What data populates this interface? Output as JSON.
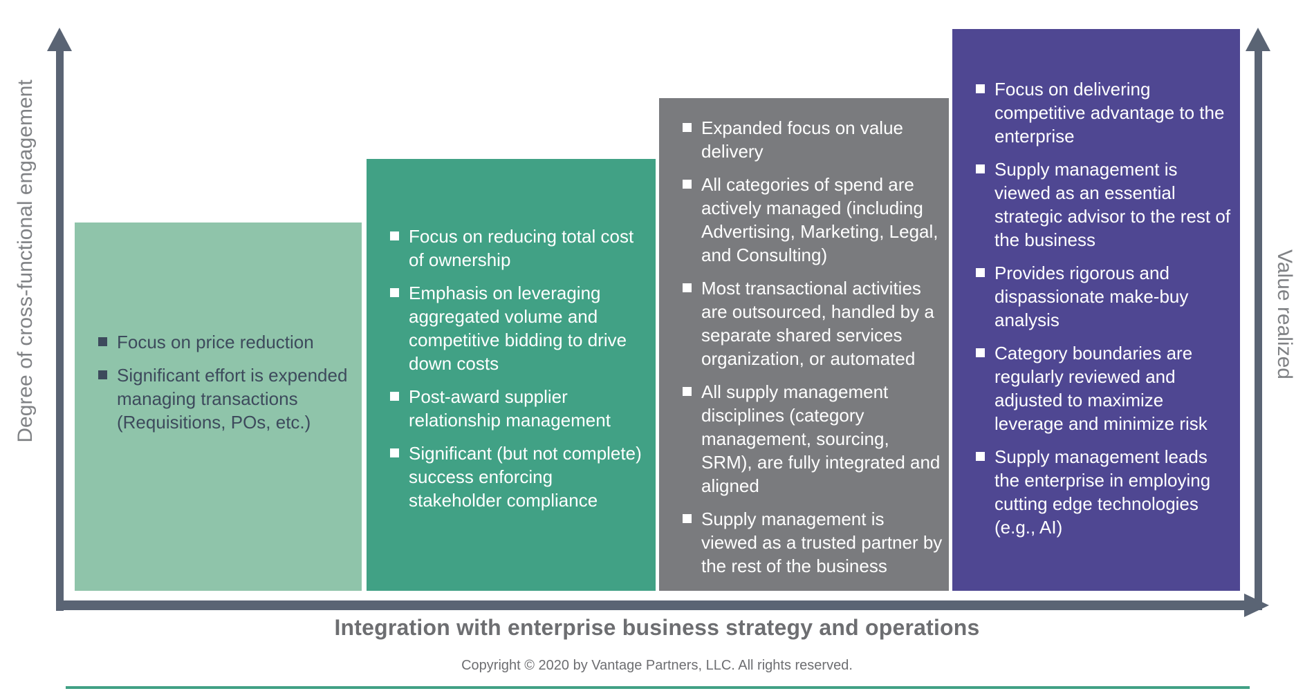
{
  "axes": {
    "y_label": "Degree of cross-functional engagement",
    "x_label": "Integration with enterprise business strategy and operations",
    "right_label": "Value realized",
    "axis_color": "#5A6474",
    "label_color": "#808285"
  },
  "stages": [
    {
      "color": "#8FC4AA",
      "text_color": "#3D4A5C",
      "bullets": [
        "Focus on price reduction",
        "Significant effort is expended managing transactions (Requisitions, POs, etc.)"
      ]
    },
    {
      "color": "#41A185",
      "text_color": "#FFFFFF",
      "bullets": [
        "Focus on reducing total cost of ownership",
        "Emphasis on leveraging aggregated volume and competitive bidding to drive down costs",
        "Post-award supplier relationship management",
        "Significant (but not complete) success enforcing stakeholder compliance"
      ]
    },
    {
      "color": "#7A7B7E",
      "text_color": "#FFFFFF",
      "bullets": [
        "Expanded focus on value delivery",
        "All categories of spend are actively managed (including Advertising, Marketing, Legal, and Consulting)",
        "Most transactional activities are outsourced, handled by a separate shared services organization, or automated",
        "All supply management disciplines (category management, sourcing, SRM), are fully integrated and aligned",
        "Supply management is viewed as a trusted partner by the rest of the business"
      ]
    },
    {
      "color": "#4F4792",
      "text_color": "#FFFFFF",
      "bullets": [
        "Focus on delivering competitive advantage to the enterprise",
        "Supply management is viewed as an essential strategic advisor to the rest of the business",
        "Provides rigorous and dispassionate make-buy analysis",
        "Category boundaries are regularly reviewed and adjusted to maximize leverage and minimize risk",
        "Supply management leads the enterprise in employing cutting edge technologies (e.g., AI)"
      ]
    }
  ],
  "footer": {
    "copyright": "Copyright © 2020 by Vantage Partners, LLC. All rights reserved.",
    "accent_line_color": "#41A185"
  }
}
